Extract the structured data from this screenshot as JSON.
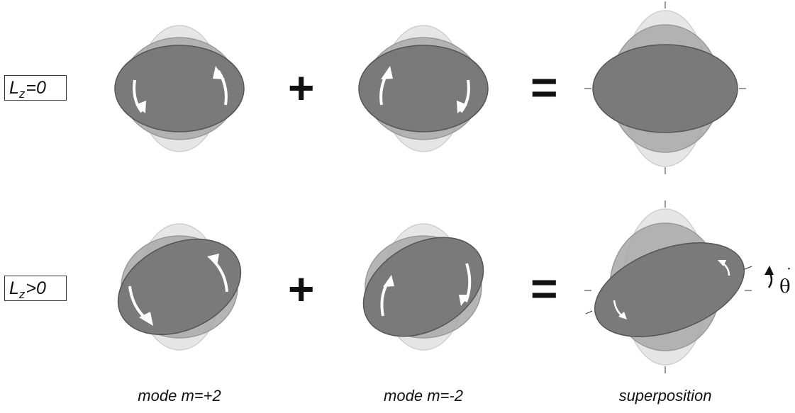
{
  "rows": [
    {
      "label_main": "L",
      "label_sub": "z",
      "label_rest": "=0"
    },
    {
      "label_main": "L",
      "label_sub": "z",
      "label_rest": ">0"
    }
  ],
  "operators": {
    "plus": "+",
    "equals": "="
  },
  "captions": [
    "mode m=+2",
    "mode m=-2",
    "superposition"
  ],
  "theta_symbol": "θ",
  "theta_dot": "˙",
  "colors": {
    "dark_fill": "#7a7a7a",
    "mid_fill": "#a8a8a8",
    "light_fill": "#e6e6e6",
    "arrow": "#ffffff",
    "ink": "#111111"
  }
}
